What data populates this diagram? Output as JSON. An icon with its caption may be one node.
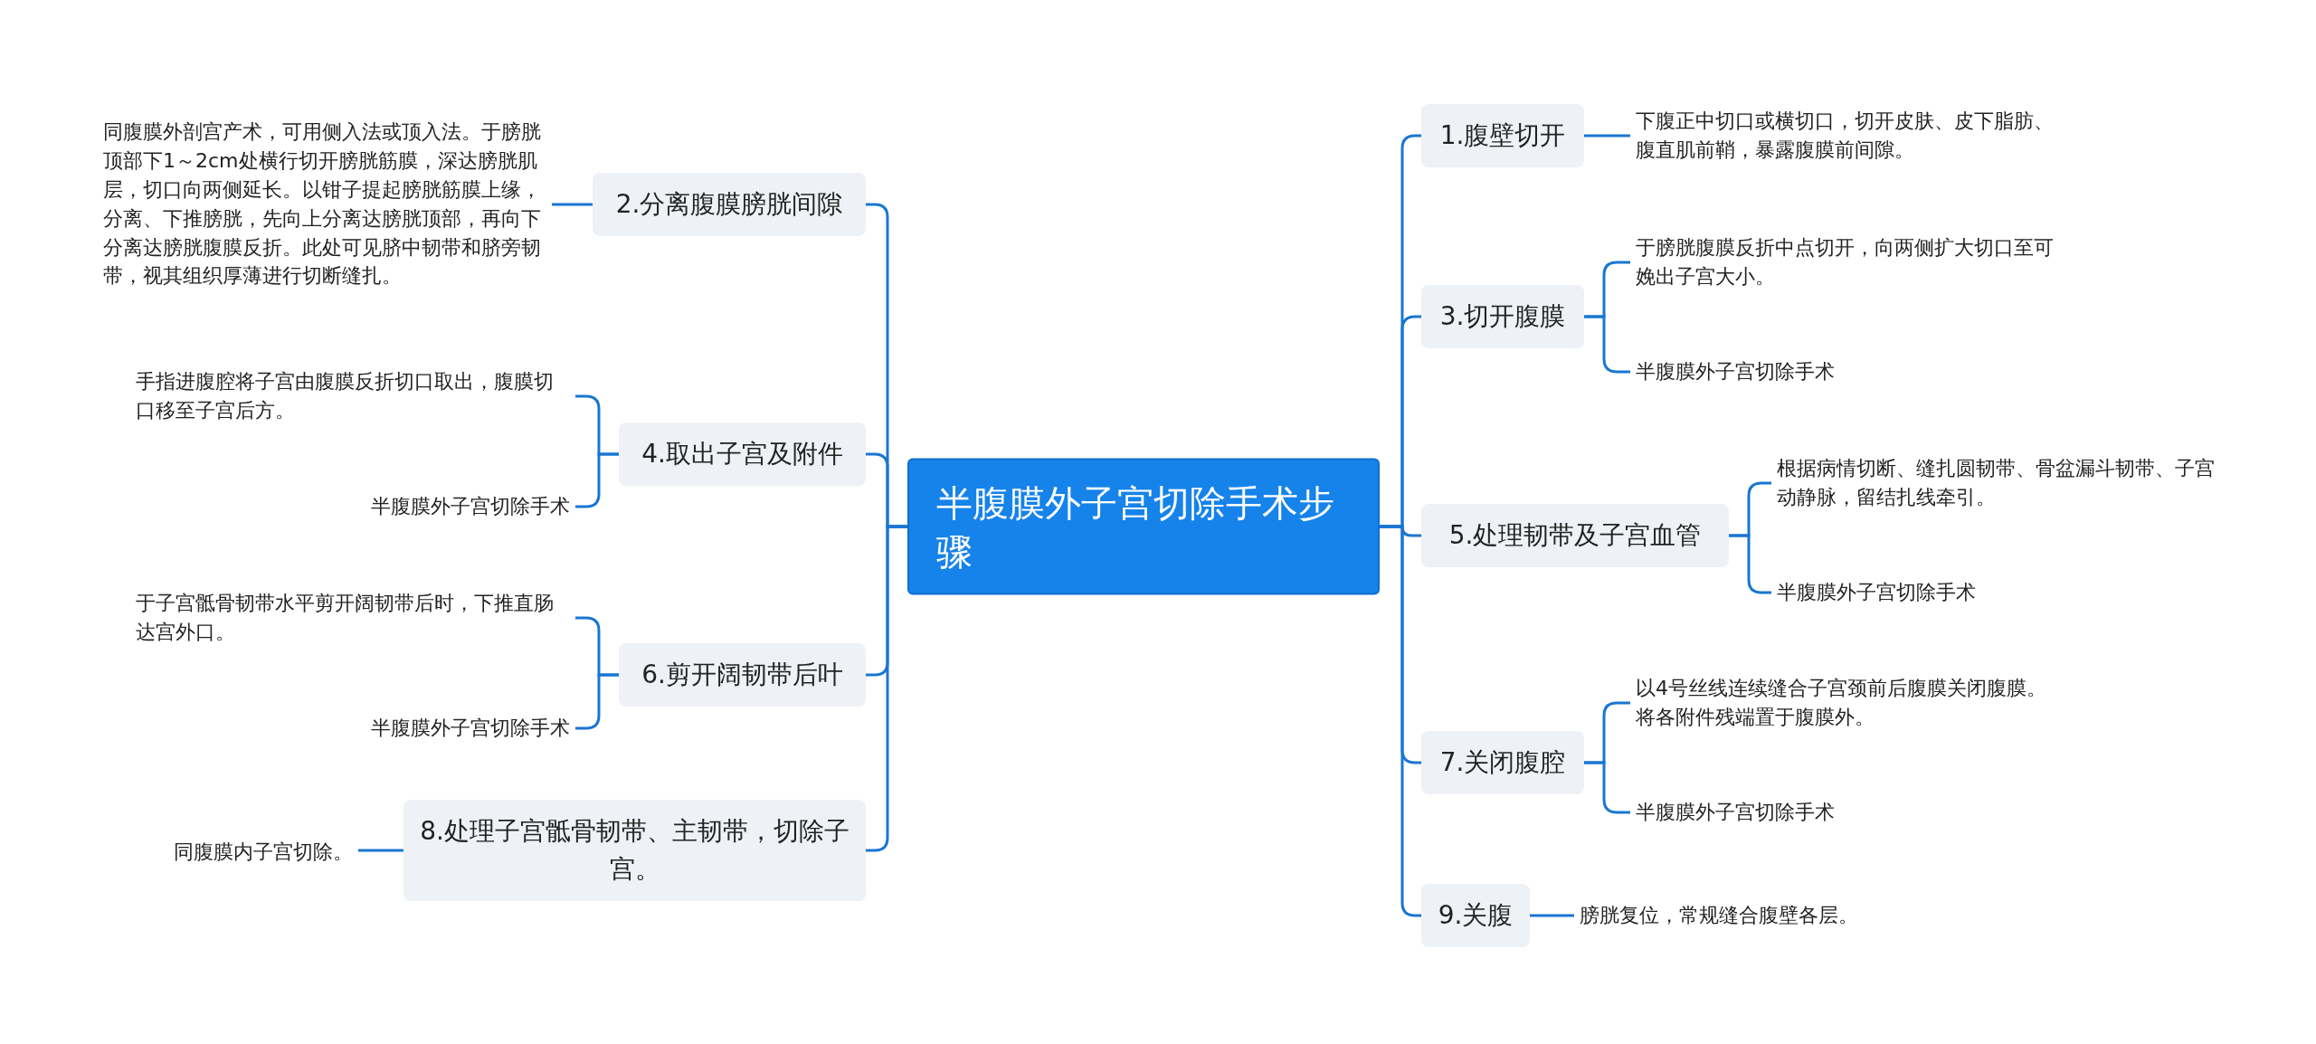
{
  "diagram": {
    "nodes": [
      {
        "text": [
          "半腹膜外子宫切除手术步骤"
        ]
      },
      {
        "text": [
          "1.腹壁切开"
        ]
      },
      {
        "text": [
          "下腹正中切口或横切口，切开皮肤、皮下脂肪、腹直肌前鞘，暴露腹膜前间隙。"
        ]
      },
      {
        "text": [
          "2.分离腹膜膀胱间隙"
        ]
      },
      {
        "text": [
          "同腹膜外剖宫产术，可用侧入法或顶入法。于膀胱顶部下1～2cm处横行切开膀胱筋膜，深达膀胱肌层，切口向两侧延长。以钳子提起膀胱筋膜上缘，分离、下推膀胱，先向上分离达膀胱顶部，再向下分离达膀胱腹膜反折。此处可见脐中韧带和脐旁韧带，视其组织厚薄进行切断缝扎。"
        ]
      },
      {
        "text": [
          "3.切开腹膜"
        ]
      },
      {
        "text": [
          "于膀胱腹膜反折中点切开，向两侧扩大切口至可娩出子宫大小。"
        ]
      },
      {
        "text": [
          "半腹膜外子宫切除手术"
        ]
      },
      {
        "text": [
          "4.取出子宫及附件"
        ]
      },
      {
        "text": [
          "手指进腹腔将子宫由腹膜反折切口取出，腹膜切口移至子宫后方。"
        ]
      },
      {
        "text": [
          "半腹膜外子宫切除手术"
        ]
      },
      {
        "text": [
          "5.处理韧带及子宫血管"
        ]
      },
      {
        "text": [
          "根据病情切断、缝扎圆韧带、骨盆漏斗韧带、子宫动静脉，留结扎线牵引。"
        ]
      },
      {
        "text": [
          "半腹膜外子宫切除手术"
        ]
      },
      {
        "text": [
          "6.剪开阔韧带后叶"
        ]
      },
      {
        "text": [
          "于子宫骶骨韧带水平剪开阔韧带后时，下推直肠达宫外口。"
        ]
      },
      {
        "text": [
          "半腹膜外子宫切除手术"
        ]
      },
      {
        "text": [
          "7.关闭腹腔"
        ]
      },
      {
        "text": [
          "以4号丝线连续缝合子宫颈前后腹膜关闭腹膜。将各附件残端置于腹膜外。"
        ]
      },
      {
        "text": [
          "半腹膜外子宫切除手术"
        ]
      },
      {
        "text": [
          "8.处理子宫骶骨韧带、主韧带，切除子宫。"
        ]
      },
      {
        "text": [
          "同腹膜内子宫切除。"
        ]
      },
      {
        "text": [
          "9.关腹"
        ]
      },
      {
        "text": [
          "膀胱复位，常规缝合腹壁各层。"
        ]
      }
    ],
    "edges": [
      {
        "from": 0,
        "to": 1,
        "arrow": "none"
      },
      {
        "from": 1,
        "to": 2,
        "arrow": "none"
      },
      {
        "from": 0,
        "to": 3,
        "arrow": "none"
      },
      {
        "from": 3,
        "to": 4,
        "arrow": "none"
      },
      {
        "from": 0,
        "to": 5,
        "arrow": "none"
      },
      {
        "from": 5,
        "to": 6,
        "arrow": "none"
      },
      {
        "from": 5,
        "to": 7,
        "arrow": "none"
      },
      {
        "from": 0,
        "to": 8,
        "arrow": "none"
      },
      {
        "from": 8,
        "to": 9,
        "arrow": "none"
      },
      {
        "from": 8,
        "to": 10,
        "arrow": "none"
      },
      {
        "from": 0,
        "to": 11,
        "arrow": "none"
      },
      {
        "from": 11,
        "to": 12,
        "arrow": "none"
      },
      {
        "from": 11,
        "to": 13,
        "arrow": "none"
      },
      {
        "from": 0,
        "to": 14,
        "arrow": "none"
      },
      {
        "from": 14,
        "to": 15,
        "arrow": "none"
      },
      {
        "from": 14,
        "to": 16,
        "arrow": "none"
      },
      {
        "from": 0,
        "to": 17,
        "arrow": "none"
      },
      {
        "from": 17,
        "to": 18,
        "arrow": "none"
      },
      {
        "from": 17,
        "to": 19,
        "arrow": "none"
      },
      {
        "from": 0,
        "to": 20,
        "arrow": "none"
      },
      {
        "from": 20,
        "to": 21,
        "arrow": "none"
      },
      {
        "from": 0,
        "to": 22,
        "arrow": "none"
      },
      {
        "from": 22,
        "to": 23,
        "arrow": "none"
      }
    ]
  }
}
